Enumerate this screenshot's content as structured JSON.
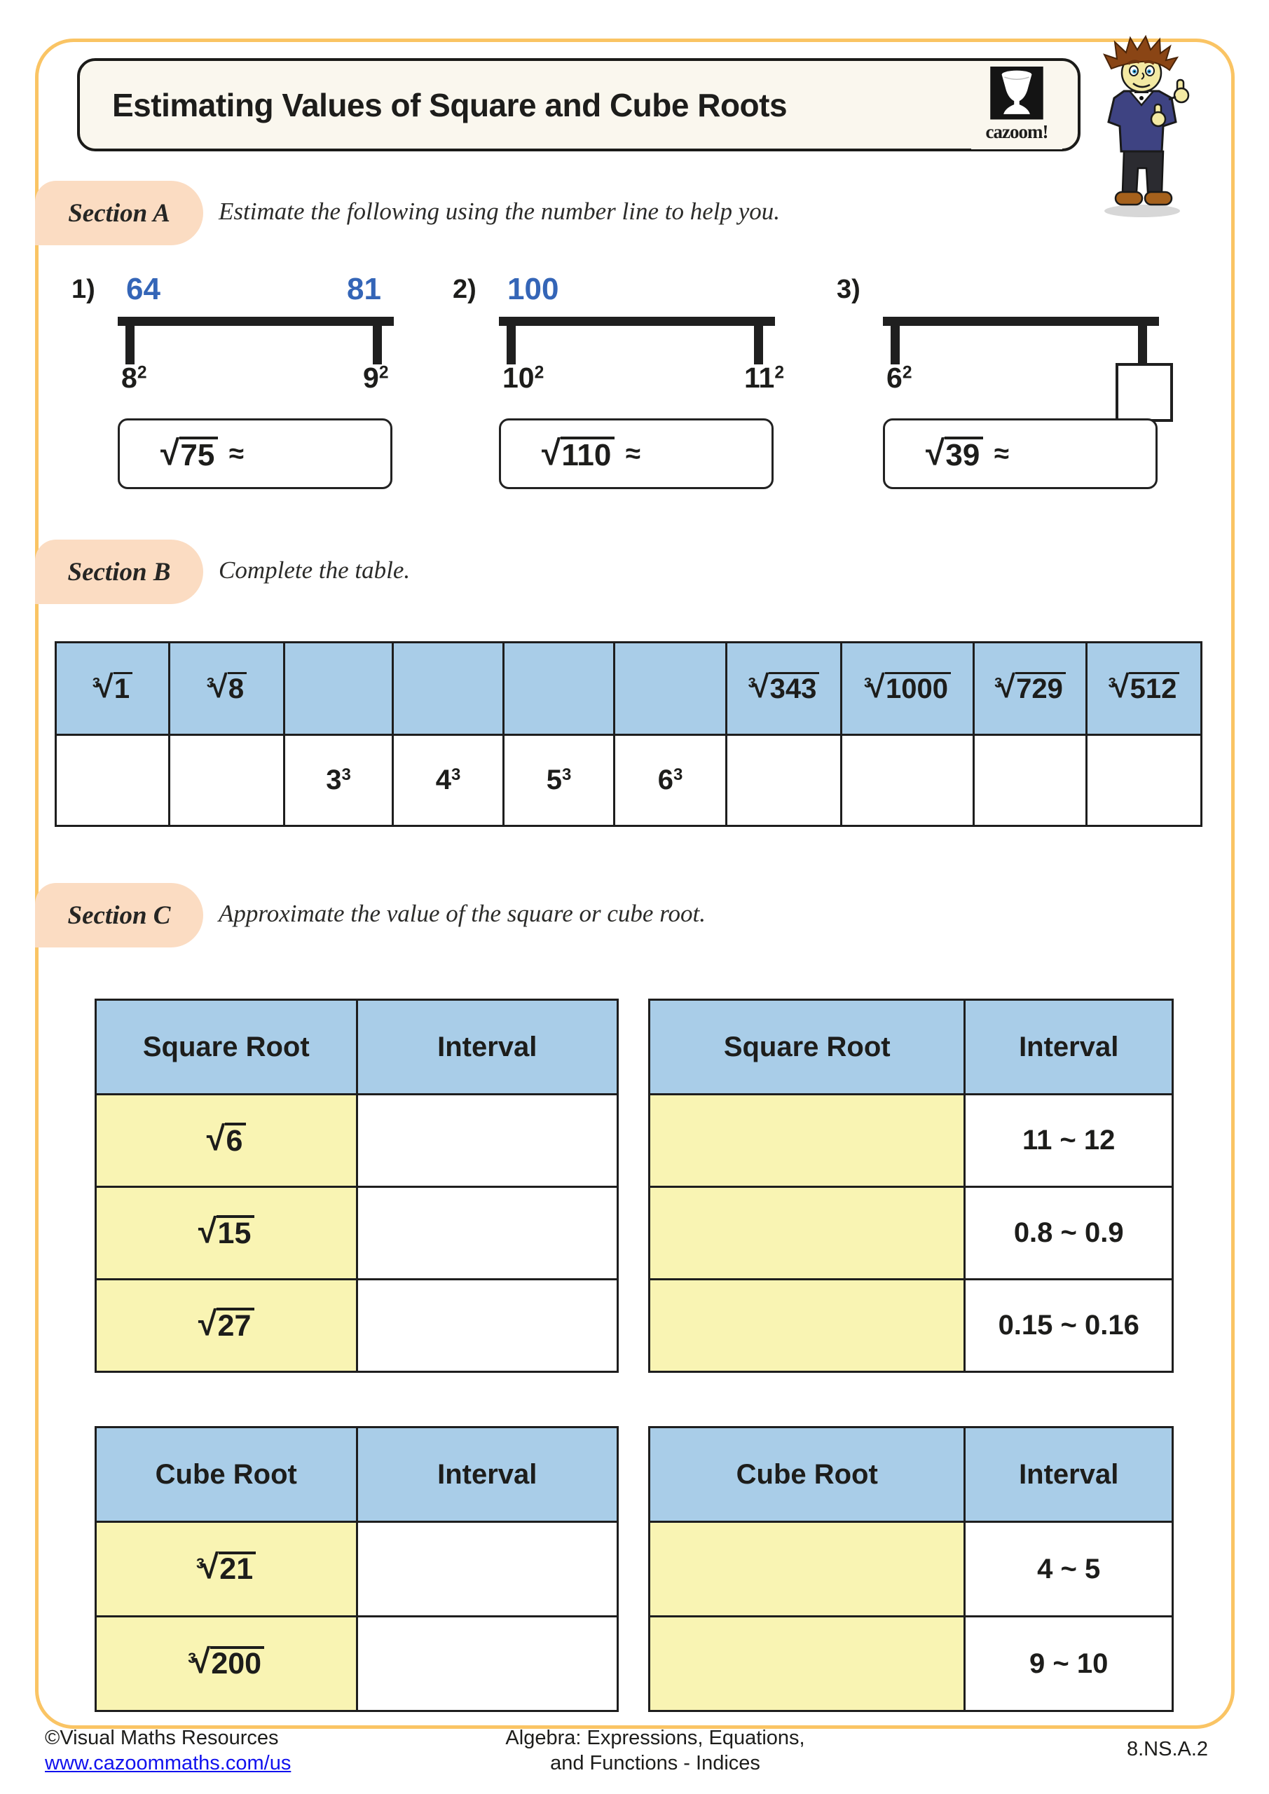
{
  "title": {
    "text": "Estimating Values of Square and Cube Roots",
    "logo_text": "cazoom!"
  },
  "sections": {
    "a": {
      "label": "Section A",
      "instruction": "Estimate the following using the number line to help you.",
      "problems": [
        {
          "num": "1)",
          "top_left": "64",
          "top_right": "81",
          "bot_left": {
            "base": "8",
            "exp": "2"
          },
          "bot_right": {
            "base": "9",
            "exp": "2"
          },
          "root": {
            "idx": "",
            "val": "75"
          },
          "approx": "≈"
        },
        {
          "num": "2)",
          "top_left": "100",
          "top_right": "",
          "bot_left": {
            "base": "10",
            "exp": "2"
          },
          "bot_right": {
            "base": "11",
            "exp": "2"
          },
          "root": {
            "idx": "",
            "val": "110"
          },
          "approx": "≈"
        },
        {
          "num": "3)",
          "top_left": "",
          "top_right": "",
          "bot_left": {
            "base": "6",
            "exp": "2"
          },
          "bot_right": {
            "base": "",
            "exp": ""
          },
          "root": {
            "idx": "",
            "val": "39"
          },
          "approx": "≈"
        }
      ]
    },
    "b": {
      "label": "Section B",
      "instruction": "Complete the table.",
      "row1": [
        {
          "root": {
            "idx": "3",
            "val": "1"
          }
        },
        {
          "root": {
            "idx": "3",
            "val": "8"
          }
        },
        null,
        null,
        null,
        null,
        {
          "root": {
            "idx": "3",
            "val": "343"
          }
        },
        {
          "root": {
            "idx": "3",
            "val": "1000"
          }
        },
        {
          "root": {
            "idx": "3",
            "val": "729"
          }
        },
        {
          "root": {
            "idx": "3",
            "val": "512"
          }
        }
      ],
      "row2": [
        null,
        null,
        {
          "pow": {
            "base": "3",
            "exp": "3"
          }
        },
        {
          "pow": {
            "base": "4",
            "exp": "3"
          }
        },
        {
          "pow": {
            "base": "5",
            "exp": "3"
          }
        },
        {
          "pow": {
            "base": "6",
            "exp": "3"
          }
        },
        null,
        null,
        null,
        null
      ]
    },
    "c": {
      "label": "Section C",
      "instruction": "Approximate the value of the square or cube root.",
      "tables": [
        {
          "headers": [
            "Square Root",
            "Interval"
          ],
          "rows": [
            [
              {
                "root": {
                  "idx": "",
                  "val": "6"
                }
              },
              ""
            ],
            [
              {
                "root": {
                  "idx": "",
                  "val": "15"
                }
              },
              ""
            ],
            [
              {
                "root": {
                  "idx": "",
                  "val": "27"
                }
              },
              ""
            ]
          ]
        },
        {
          "headers": [
            "Square Root",
            "Interval"
          ],
          "rows": [
            [
              "",
              "11 ~ 12"
            ],
            [
              "",
              "0.8 ~ 0.9"
            ],
            [
              "",
              "0.15 ~ 0.16"
            ]
          ]
        },
        {
          "headers": [
            "Cube Root",
            "Interval"
          ],
          "rows": [
            [
              {
                "root": {
                  "idx": "3",
                  "val": "21"
                }
              },
              ""
            ],
            [
              {
                "root": {
                  "idx": "3",
                  "val": "200"
                }
              },
              ""
            ]
          ]
        },
        {
          "headers": [
            "Cube Root",
            "Interval"
          ],
          "rows": [
            [
              "",
              "4 ~ 5"
            ],
            [
              "",
              "9 ~ 10"
            ]
          ]
        }
      ]
    }
  },
  "footer": {
    "credit": "©Visual Maths Resources",
    "link": "www.cazoommaths.com/us",
    "center_line1": "Algebra: Expressions, Equations,",
    "center_line2": "and Functions - Indices",
    "standard": "8.NS.A.2"
  },
  "colors": {
    "accent_border": "#FAC464",
    "section_label_bg": "#FBDCC2",
    "header_blue": "#A9CDE8",
    "cell_yellow": "#F9F4B3",
    "number_blue": "#3465B7",
    "link_blue": "#1111EE"
  }
}
